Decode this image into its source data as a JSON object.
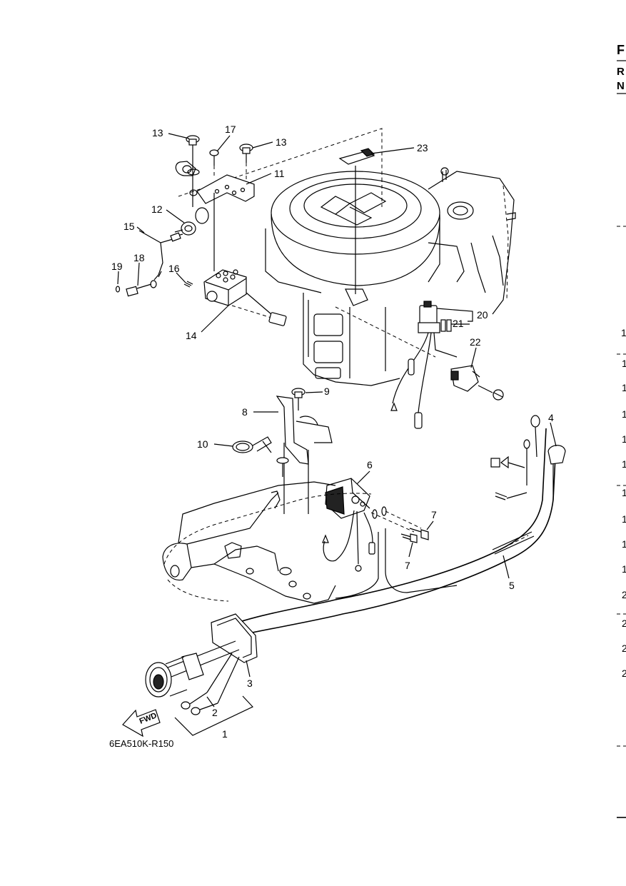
{
  "drawing_code": "6EA510K-R150",
  "fwd_label": "FWD",
  "callouts": [
    {
      "num": "1"
    },
    {
      "num": "2"
    },
    {
      "num": "3"
    },
    {
      "num": "4"
    },
    {
      "num": "5"
    },
    {
      "num": "6"
    },
    {
      "num": "7"
    },
    {
      "num": "7"
    },
    {
      "num": "8"
    },
    {
      "num": "9"
    },
    {
      "num": "10"
    },
    {
      "num": "11"
    },
    {
      "num": "12"
    },
    {
      "num": "13"
    },
    {
      "num": "13"
    },
    {
      "num": "14"
    },
    {
      "num": "15"
    },
    {
      "num": "16"
    },
    {
      "num": "17"
    },
    {
      "num": "18"
    },
    {
      "num": "19"
    },
    {
      "num": "20"
    },
    {
      "num": "21"
    },
    {
      "num": "22"
    },
    {
      "num": "23"
    }
  ],
  "right_edge_letters": [
    "F",
    "R",
    "N"
  ],
  "right_edge_numbers": [
    "1",
    "1",
    "1",
    "1",
    "1",
    "1",
    "1",
    "1",
    "1",
    "1",
    "2",
    "2",
    "2",
    "2"
  ]
}
